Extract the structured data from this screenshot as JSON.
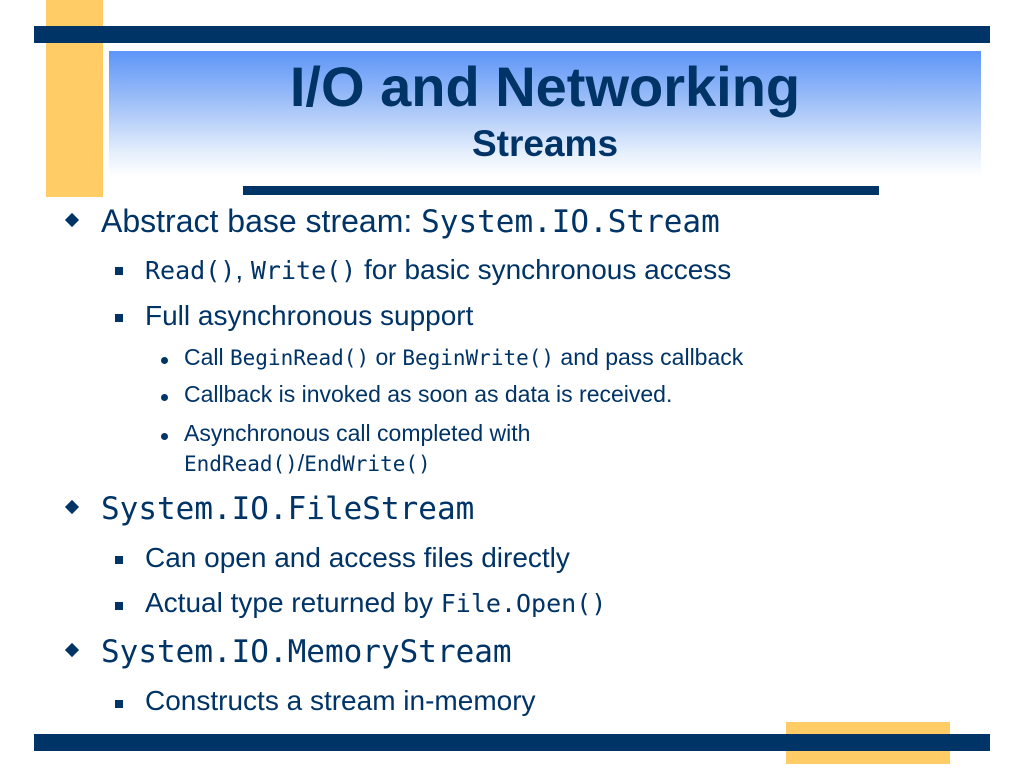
{
  "slide": {
    "title": "I/O and Networking",
    "subtitle": "Streams"
  },
  "bullets": {
    "b1": {
      "text": "Abstract base stream: ",
      "code": "System.IO.Stream"
    },
    "b1_1": {
      "code1": "Read()",
      "sep": ", ",
      "code2": "Write()",
      "text": " for basic synchronous access"
    },
    "b1_2": {
      "text": "Full asynchronous support"
    },
    "b1_2_1": {
      "text1": "Call ",
      "code1": "BeginRead()",
      "text2": " or ",
      "code2": "BeginWrite()",
      "text3": " and pass callback"
    },
    "b1_2_2": {
      "text": "Callback is invoked as soon as data is received."
    },
    "b1_2_3": {
      "text": "Asynchronous call completed with",
      "code1": "EndRead()",
      "sep": "/",
      "code2": "EndWrite()"
    },
    "b2": {
      "code": "System.IO.FileStream"
    },
    "b2_1": {
      "text": "Can open and access files directly"
    },
    "b2_2": {
      "text": "Actual type returned by ",
      "code": "File.Open()"
    },
    "b3": {
      "code": "System.IO.MemoryStream"
    },
    "b3_1": {
      "text": "Constructs a stream in-memory"
    }
  },
  "colors": {
    "navy": "#003366",
    "accent_yellow": "#ffcc66",
    "title_band_top": "#5d95f7"
  }
}
